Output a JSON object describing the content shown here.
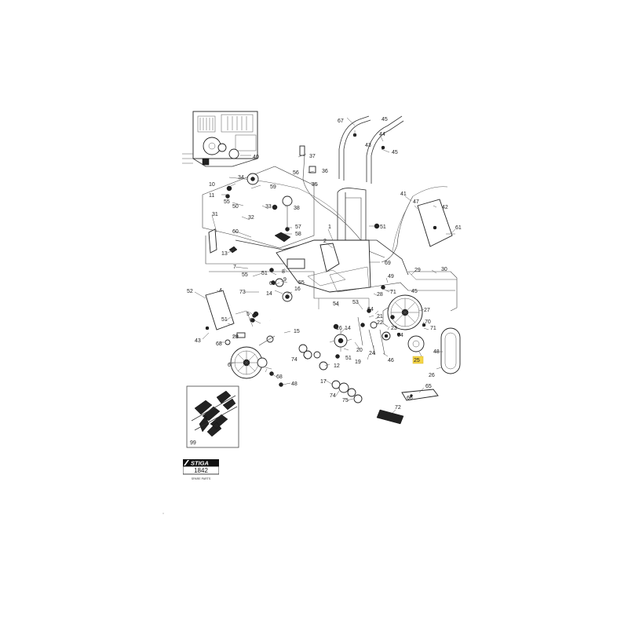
{
  "logo": {
    "brand": "STIGA",
    "code": "1842",
    "caption": "SPARE PARTS"
  },
  "inset": {
    "label": "99"
  },
  "highlight": {
    "part": "25",
    "color": "#f5d547"
  },
  "callouts": [
    {
      "id": "c67",
      "text": "67"
    },
    {
      "id": "c45a",
      "text": "45"
    },
    {
      "id": "c44",
      "text": "44"
    },
    {
      "id": "c43",
      "text": "43"
    },
    {
      "id": "c45b",
      "text": "45"
    },
    {
      "id": "c37",
      "text": "37"
    },
    {
      "id": "c56",
      "text": "56"
    },
    {
      "id": "c36",
      "text": "36"
    },
    {
      "id": "c35",
      "text": "35"
    },
    {
      "id": "c40",
      "text": "40"
    },
    {
      "id": "c34",
      "text": "34"
    },
    {
      "id": "c59",
      "text": "59"
    },
    {
      "id": "c10",
      "text": "10"
    },
    {
      "id": "c11",
      "text": "11"
    },
    {
      "id": "c55a",
      "text": "55"
    },
    {
      "id": "c50",
      "text": "50"
    },
    {
      "id": "c38",
      "text": "38"
    },
    {
      "id": "c33",
      "text": "33"
    },
    {
      "id": "c32",
      "text": "32"
    },
    {
      "id": "c57",
      "text": "57"
    },
    {
      "id": "c58",
      "text": "58"
    },
    {
      "id": "c31",
      "text": "31"
    },
    {
      "id": "c60",
      "text": "60"
    },
    {
      "id": "c13",
      "text": "13"
    },
    {
      "id": "c1",
      "text": "1"
    },
    {
      "id": "c2",
      "text": "2"
    },
    {
      "id": "c41",
      "text": "41"
    },
    {
      "id": "c47",
      "text": "47"
    },
    {
      "id": "c42",
      "text": "42"
    },
    {
      "id": "c51a",
      "text": "51"
    },
    {
      "id": "c61",
      "text": "61"
    },
    {
      "id": "c7",
      "text": "7"
    },
    {
      "id": "c55b",
      "text": "55"
    },
    {
      "id": "c51b",
      "text": "51"
    },
    {
      "id": "c8",
      "text": "8"
    },
    {
      "id": "c63",
      "text": "63"
    },
    {
      "id": "c9",
      "text": "9"
    },
    {
      "id": "c55c",
      "text": "55"
    },
    {
      "id": "c73",
      "text": "73"
    },
    {
      "id": "c14a",
      "text": "14"
    },
    {
      "id": "c16a",
      "text": "16"
    },
    {
      "id": "c52",
      "text": "52"
    },
    {
      "id": "c4",
      "text": "4"
    },
    {
      "id": "c51c",
      "text": "51"
    },
    {
      "id": "c69",
      "text": "69"
    },
    {
      "id": "c29",
      "text": "29"
    },
    {
      "id": "c30",
      "text": "30"
    },
    {
      "id": "c49",
      "text": "49"
    },
    {
      "id": "c28",
      "text": "28"
    },
    {
      "id": "c71",
      "text": "71"
    },
    {
      "id": "c54",
      "text": "54"
    },
    {
      "id": "c53",
      "text": "53"
    },
    {
      "id": "c64a",
      "text": "64"
    },
    {
      "id": "c27",
      "text": "27"
    },
    {
      "id": "c21",
      "text": "21"
    },
    {
      "id": "c22",
      "text": "22"
    },
    {
      "id": "c70",
      "text": "70"
    },
    {
      "id": "c71b",
      "text": "71"
    },
    {
      "id": "c5",
      "text": "5"
    },
    {
      "id": "c6a",
      "text": "6"
    },
    {
      "id": "c43b",
      "text": "43"
    },
    {
      "id": "c68",
      "text": "68"
    },
    {
      "id": "c28b",
      "text": "28"
    },
    {
      "id": "c15",
      "text": "15"
    },
    {
      "id": "c16b",
      "text": "16"
    },
    {
      "id": "c14b",
      "text": "14"
    },
    {
      "id": "c51d",
      "text": "51"
    },
    {
      "id": "c20",
      "text": "20"
    },
    {
      "id": "c23",
      "text": "23"
    },
    {
      "id": "c64b",
      "text": "64"
    },
    {
      "id": "c26",
      "text": "26"
    },
    {
      "id": "c24",
      "text": "24"
    },
    {
      "id": "c46",
      "text": "46"
    },
    {
      "id": "c19",
      "text": "19"
    },
    {
      "id": "c25",
      "text": "25"
    },
    {
      "id": "c48",
      "text": "48"
    },
    {
      "id": "c74a",
      "text": "74"
    },
    {
      "id": "c12",
      "text": "12"
    },
    {
      "id": "c6b",
      "text": "6"
    },
    {
      "id": "c65",
      "text": "65"
    },
    {
      "id": "c68b",
      "text": "68"
    },
    {
      "id": "c48b",
      "text": "48"
    },
    {
      "id": "c17",
      "text": "17"
    },
    {
      "id": "c74b",
      "text": "74"
    },
    {
      "id": "c75",
      "text": "75"
    },
    {
      "id": "c72",
      "text": "72"
    },
    {
      "id": "c66",
      "text": "66"
    },
    {
      "id": "c45c",
      "text": "45"
    }
  ]
}
